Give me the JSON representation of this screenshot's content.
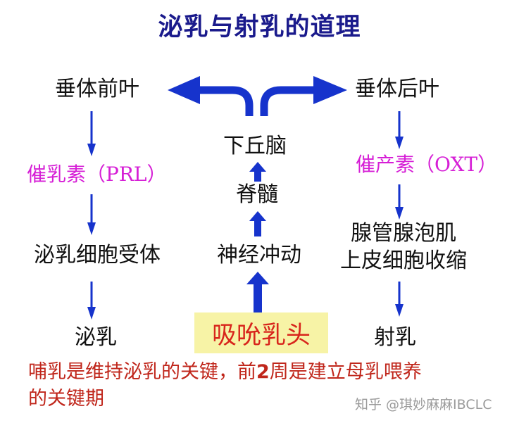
{
  "title": "泌乳与射乳的道理",
  "left_column": {
    "anterior_pituitary": "垂体前叶",
    "prolactin": "催乳素（PRL）",
    "receptor": "泌乳细胞受体",
    "lactation": "泌乳"
  },
  "middle_column": {
    "hypothalamus": "下丘脑",
    "spinal_cord": "脊髓",
    "nerve_impulse": "神经冲动",
    "suckling": "吸吮乳头"
  },
  "right_column": {
    "posterior_pituitary": "垂体后叶",
    "oxytocin": "催产素（OXT）",
    "contraction_line1": "腺管腺泡肌",
    "contraction_line2": "上皮细胞收缩",
    "ejection": "射乳"
  },
  "note": {
    "part1": "哺乳是维持泌乳的关键，前",
    "bold_number": "2",
    "part2": "周是建立母乳喂养",
    "line2": "的关键期"
  },
  "watermark": "知乎 @琪妙麻麻IBCLC",
  "colors": {
    "title": "#1a1a8c",
    "arrow": "#1633cc",
    "hormone": "#d61fd6",
    "trigger_bg": "#f7f3a6",
    "trigger_text": "#d8251c",
    "note": "#c0261b"
  }
}
